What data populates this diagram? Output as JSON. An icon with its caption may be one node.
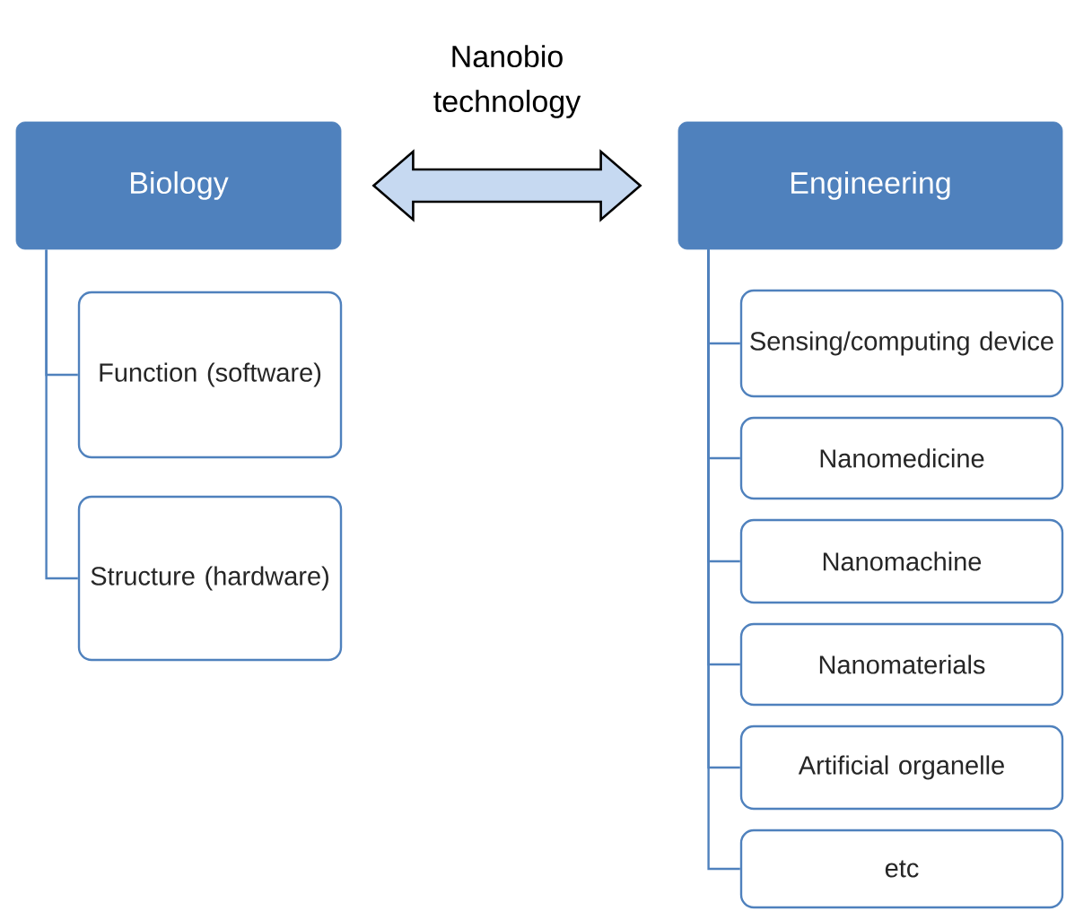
{
  "diagram": {
    "nodes": [
      {
        "text": [
          "Biology"
        ]
      },
      {
        "text": [
          "Function (software)"
        ]
      },
      {
        "text": [
          "Structure (hardware)"
        ]
      },
      {
        "text": [
          "Engineering"
        ]
      },
      {
        "text": [
          "Sensing/computing device"
        ]
      },
      {
        "text": [
          "Nanomedicine"
        ]
      },
      {
        "text": [
          "Nanomachine"
        ]
      },
      {
        "text": [
          "Nanomaterials"
        ]
      },
      {
        "text": [
          "Artificial organelle"
        ]
      },
      {
        "text": [
          "etc"
        ]
      }
    ],
    "edges": [
      {
        "from": 0,
        "to": 3,
        "arrow": "both",
        "label": "Nanobio technology"
      },
      {
        "from": 0,
        "to": 1,
        "arrow": "none"
      },
      {
        "from": 0,
        "to": 2,
        "arrow": "none"
      },
      {
        "from": 3,
        "to": 4,
        "arrow": "none"
      },
      {
        "from": 3,
        "to": 5,
        "arrow": "none"
      },
      {
        "from": 3,
        "to": 6,
        "arrow": "none"
      },
      {
        "from": 3,
        "to": 7,
        "arrow": "none"
      },
      {
        "from": 3,
        "to": 8,
        "arrow": "none"
      },
      {
        "from": 3,
        "to": 9,
        "arrow": "none"
      }
    ]
  }
}
